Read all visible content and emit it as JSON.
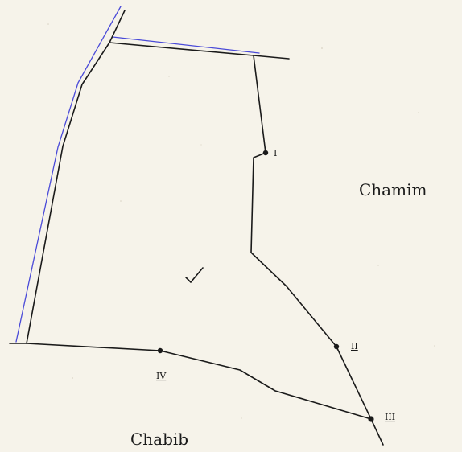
{
  "labels": {
    "east": "Chamim",
    "south": "Chabib",
    "point_1": "I",
    "point_2": "II",
    "point_3": "III",
    "point_4": "IV"
  },
  "colors": {
    "paper": "#f6f3ea",
    "ink": "#1a1a1a",
    "boundary_blue": "#4a4ad8"
  },
  "icons": {
    "check": "checkmark-icon"
  }
}
